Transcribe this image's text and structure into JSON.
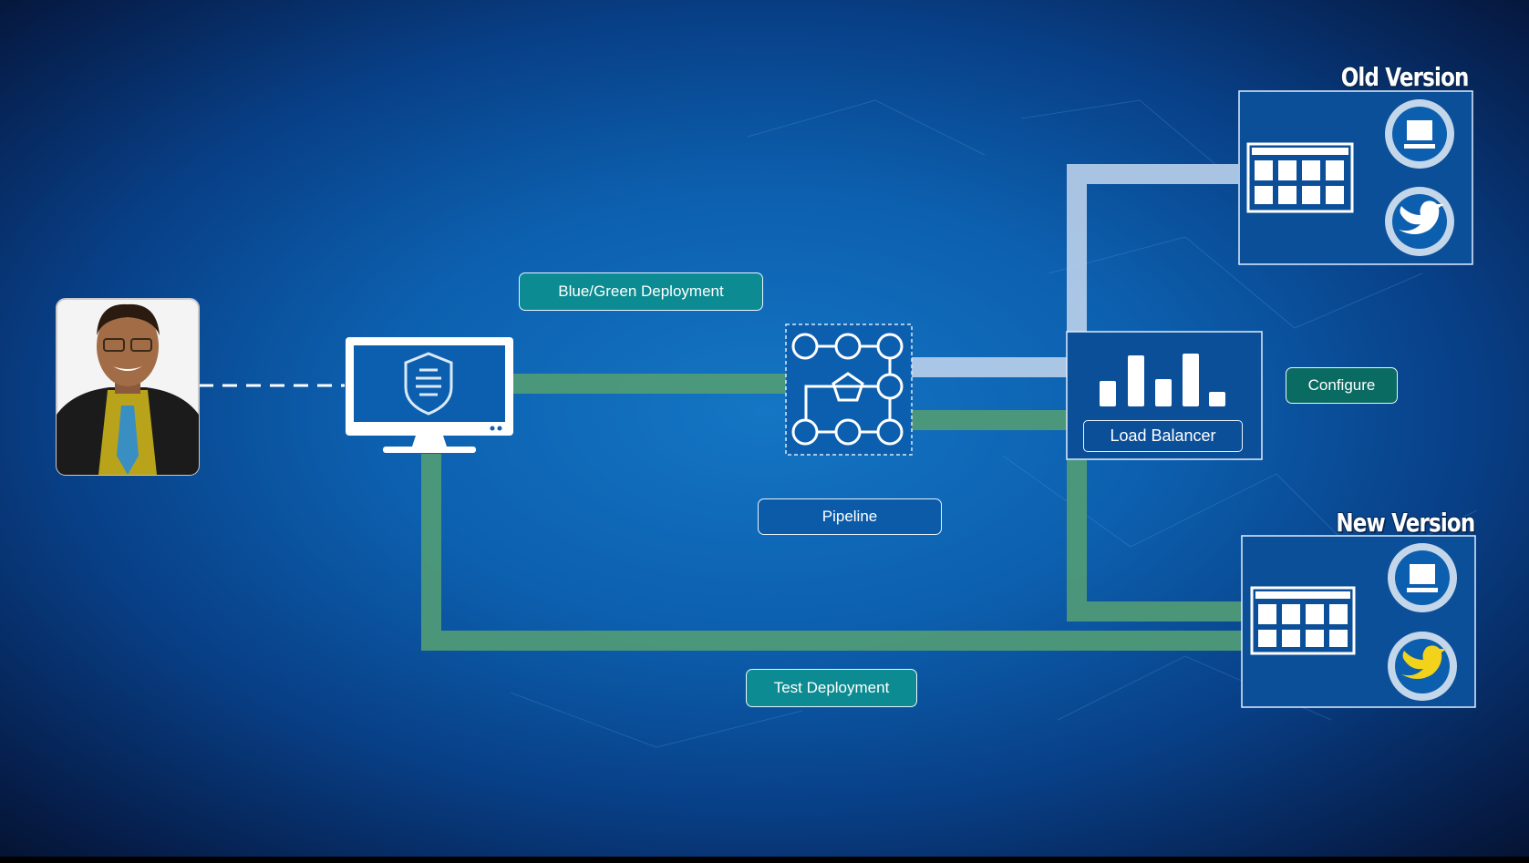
{
  "labels": {
    "blue_green": "Blue/Green Deployment",
    "pipeline": "Pipeline",
    "test_deployment": "Test Deployment",
    "configure": "Configure",
    "load_balancer": "Load Balancer",
    "old_version": "Old Version",
    "new_version": "New Version"
  },
  "colors": {
    "connector_green": "#4f9a78",
    "connector_light": "#b7cee9",
    "background_blue": "#0c5fae",
    "panel_blue": "#0c4f99",
    "pill_teal": "#0c8c92"
  },
  "icons": {
    "user": "person-avatar-icon",
    "workstation": "monitor-shield-icon",
    "pipeline": "pipeline-nodes-icon",
    "load_balancer": "bar-chart-icon",
    "app_grid": "app-grid-icon",
    "server_gear": "gear-monitor-icon",
    "bird_gear": "gear-bird-icon"
  }
}
